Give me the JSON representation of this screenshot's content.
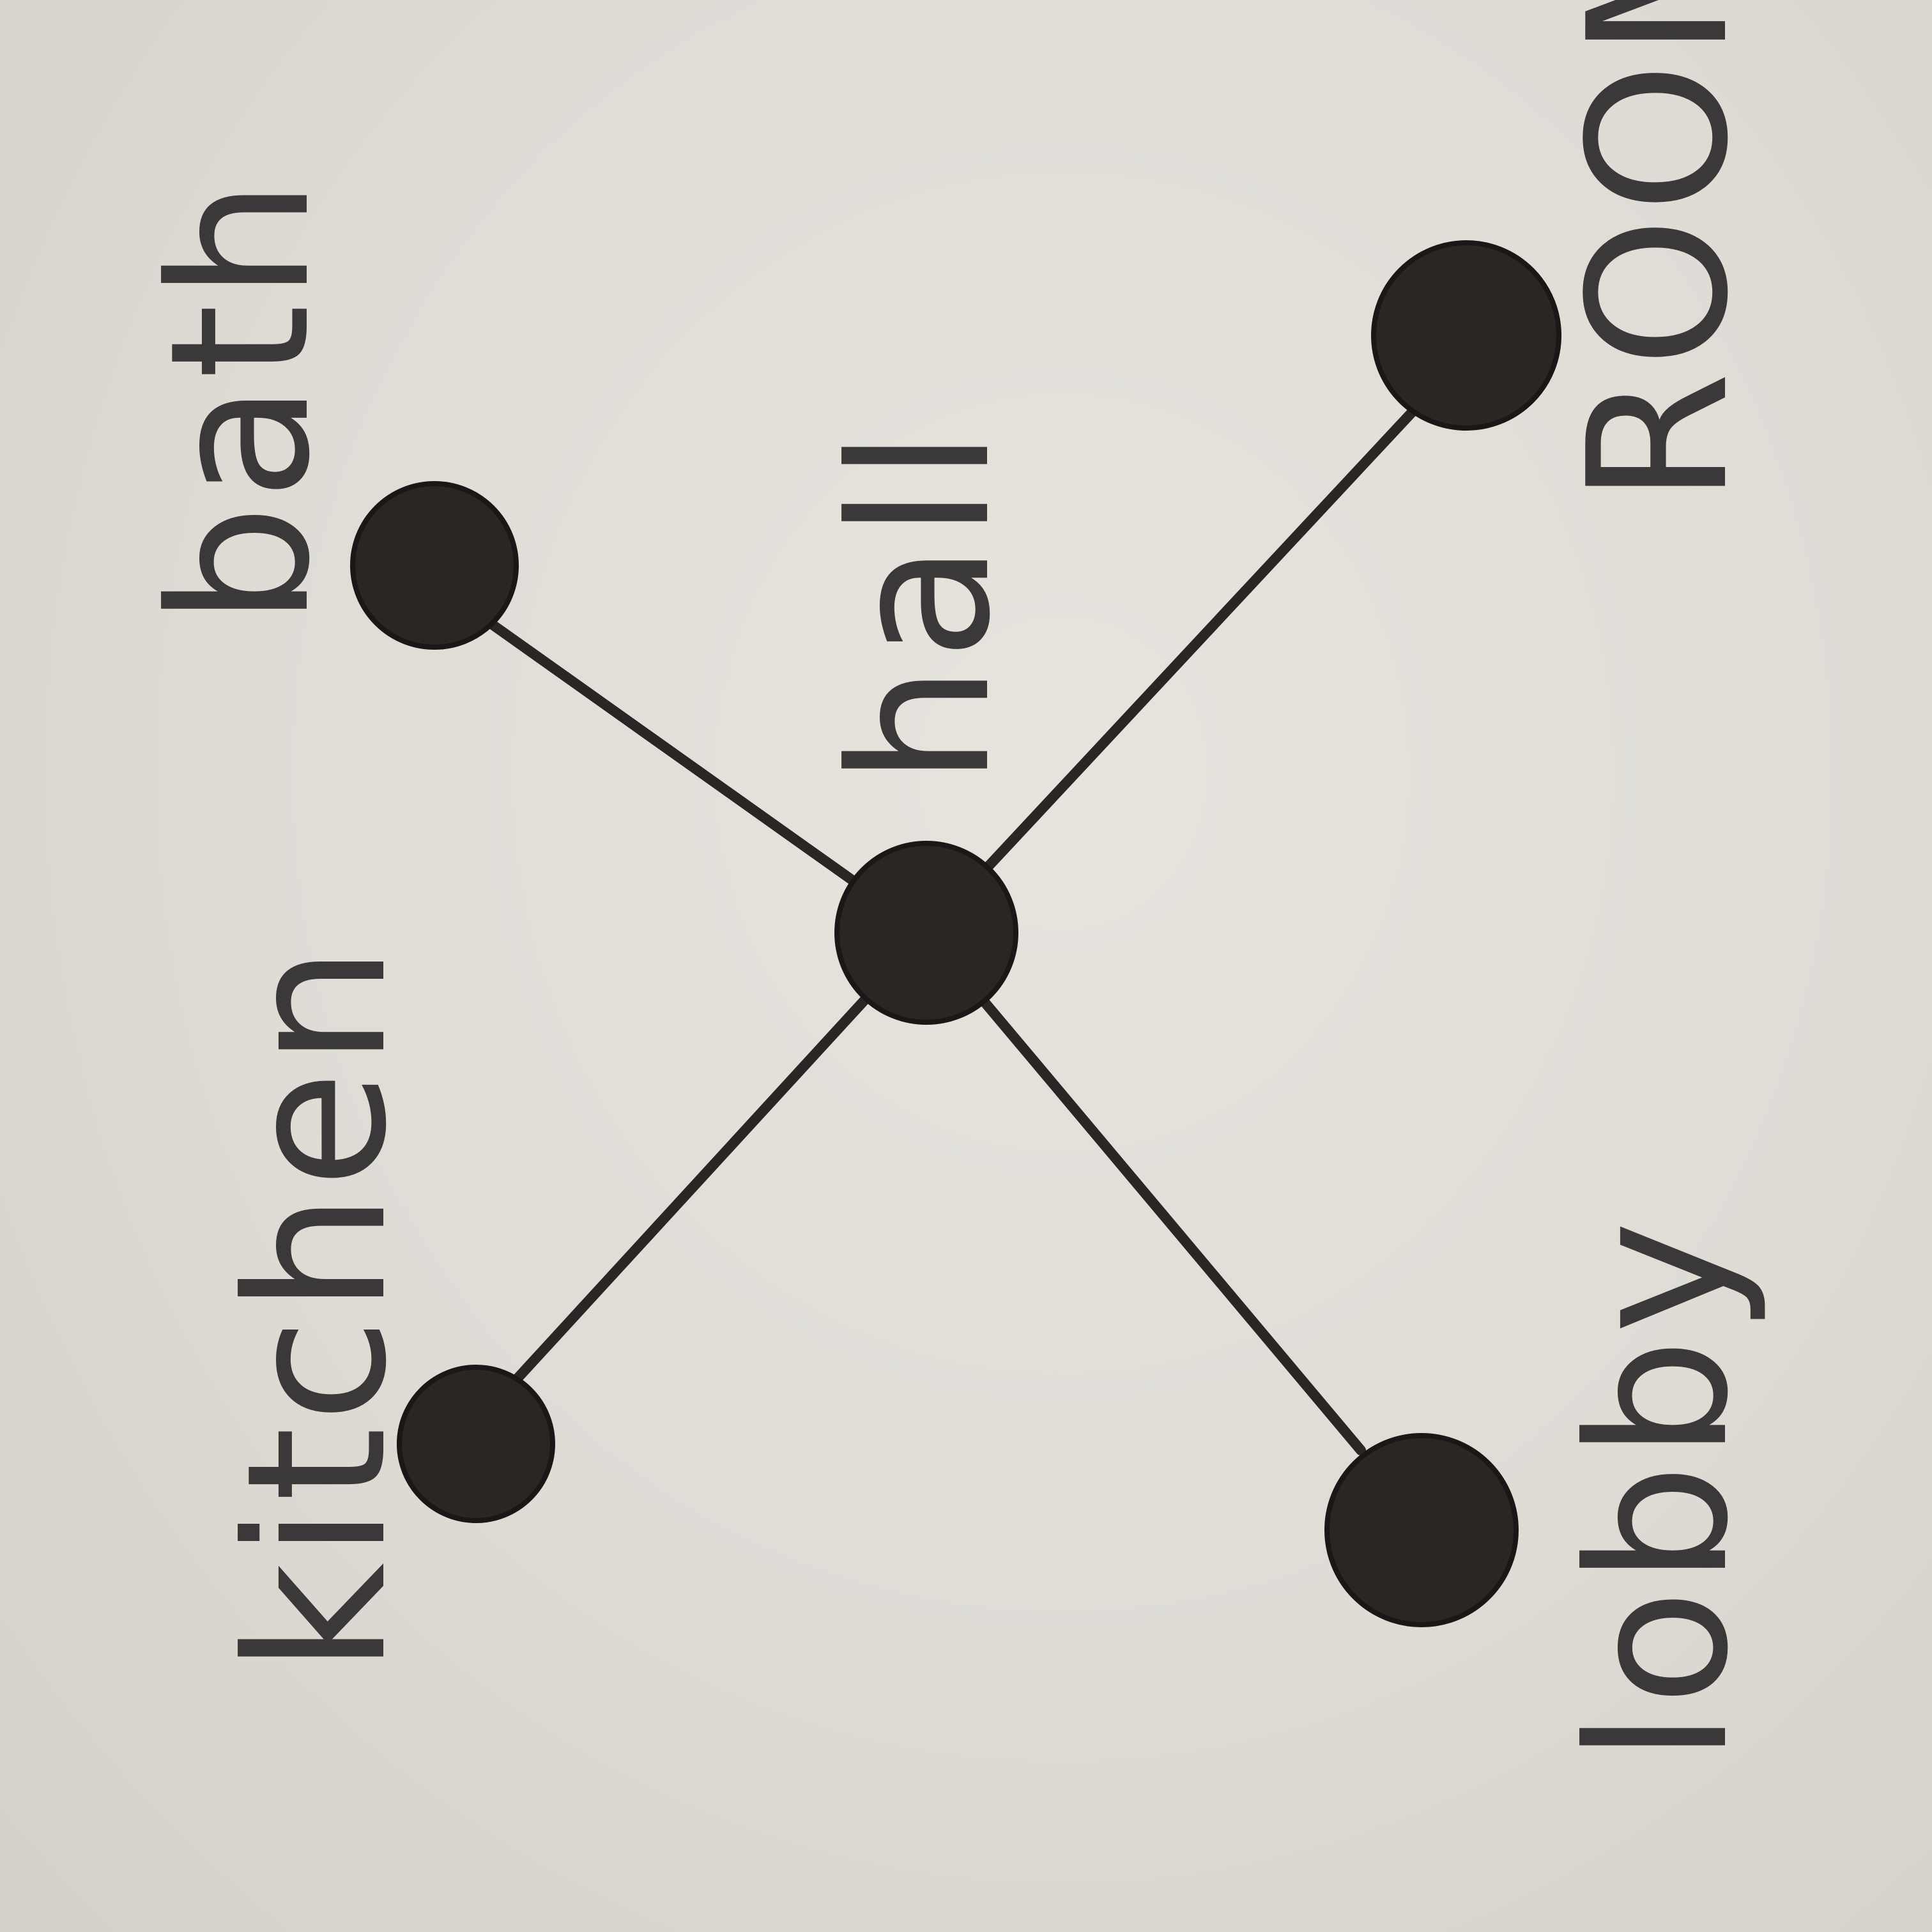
{
  "diagram": {
    "type": "graph",
    "hub": {
      "id": "hall",
      "label": "hall"
    },
    "nodes": [
      {
        "id": "bath",
        "label": "bath"
      },
      {
        "id": "room",
        "label": "ROOM"
      },
      {
        "id": "kitchen",
        "label": "kitchen"
      },
      {
        "id": "lobby",
        "label": "lobby"
      }
    ],
    "edges": [
      [
        "hall",
        "bath"
      ],
      [
        "hall",
        "room"
      ],
      [
        "hall",
        "kitchen"
      ],
      [
        "hall",
        "lobby"
      ]
    ]
  },
  "colors": {
    "paper": "#dedcd5",
    "ink": "#2b2524",
    "pencil": "#3a3838"
  }
}
